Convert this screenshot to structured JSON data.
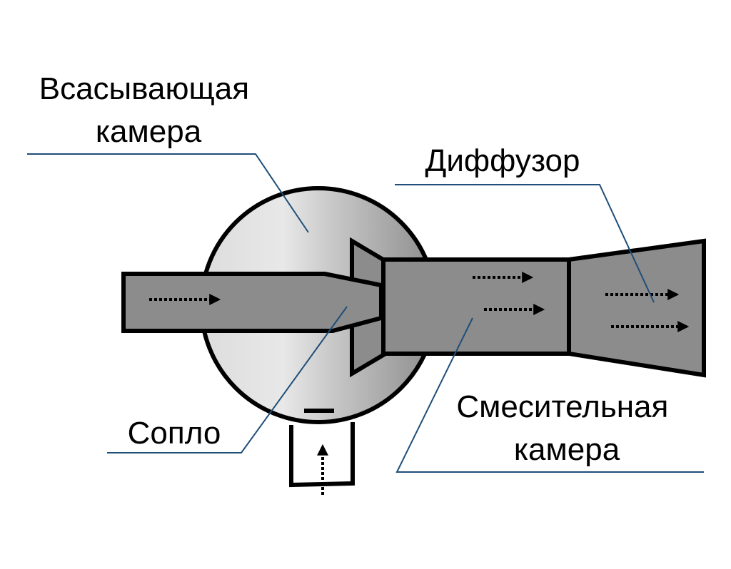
{
  "labels": {
    "suction_chamber": [
      "Всасывающая",
      "камера"
    ],
    "diffuser": [
      "Диффузор"
    ],
    "nozzle": [
      "Сопло"
    ],
    "mixing_chamber": [
      "Смесительная",
      "камера"
    ]
  },
  "colors": {
    "body_fill": "#8c8c8c",
    "outline": "#000000",
    "leader_line": "#1f4e79",
    "chamber_gradient_light": "#ffffff",
    "chamber_gradient_dark": "#8c8c8c",
    "background": "#ffffff"
  }
}
